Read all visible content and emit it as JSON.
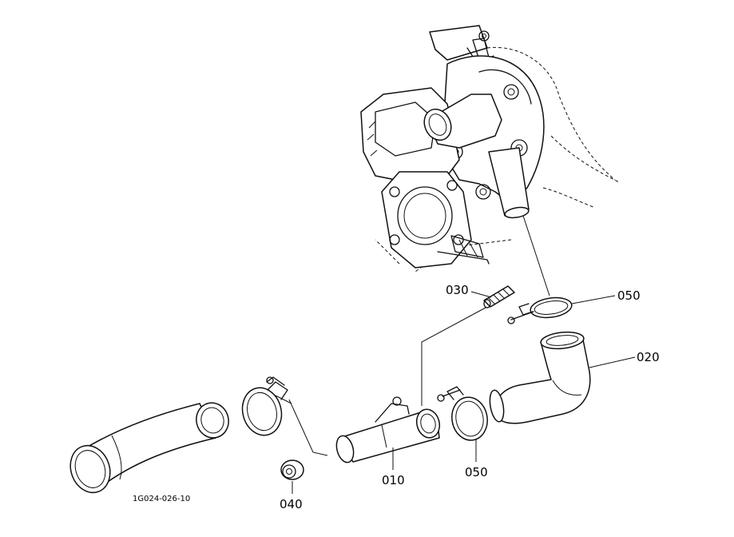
{
  "labels": {
    "p010": "010",
    "p020": "020",
    "p030": "030",
    "p040": "040",
    "p050_upper": "050",
    "p050_lower": "050"
  },
  "figure_code": "1G024-026-10"
}
